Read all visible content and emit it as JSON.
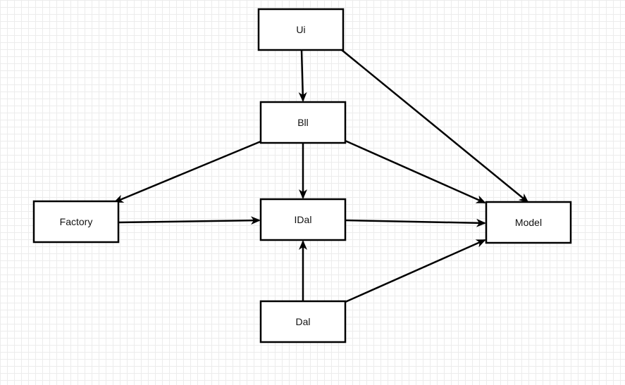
{
  "diagram": {
    "nodes": [
      {
        "id": "ui",
        "label": "Ui"
      },
      {
        "id": "bll",
        "label": "Bll"
      },
      {
        "id": "factory",
        "label": "Factory"
      },
      {
        "id": "idal",
        "label": "IDal"
      },
      {
        "id": "model",
        "label": "Model"
      },
      {
        "id": "dal",
        "label": "Dal"
      }
    ],
    "edges": [
      {
        "from": "ui",
        "to": "bll"
      },
      {
        "from": "ui",
        "to": "model"
      },
      {
        "from": "bll",
        "to": "factory"
      },
      {
        "from": "bll",
        "to": "idal"
      },
      {
        "from": "bll",
        "to": "model"
      },
      {
        "from": "factory",
        "to": "idal"
      },
      {
        "from": "idal",
        "to": "model"
      },
      {
        "from": "dal",
        "to": "idal"
      },
      {
        "from": "dal",
        "to": "model"
      }
    ],
    "colors": {
      "stroke": "#000000",
      "fill": "#ffffff",
      "text": "#111111",
      "grid": "#ececec"
    }
  }
}
